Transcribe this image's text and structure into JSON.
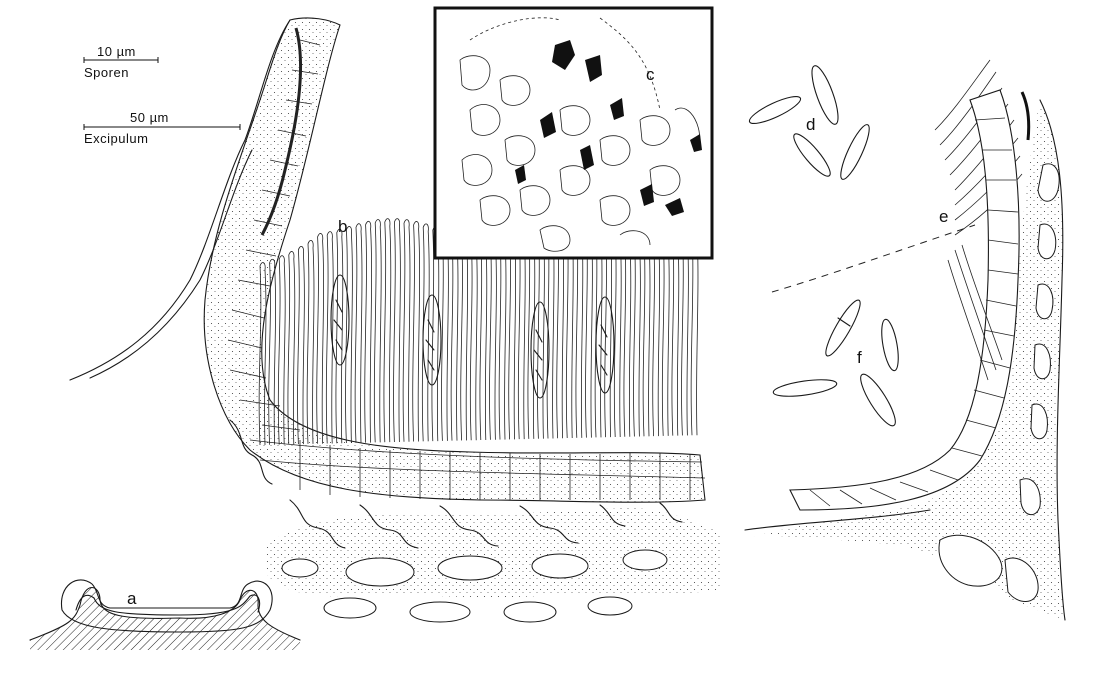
{
  "scale_bars": [
    {
      "value": "10 µm",
      "caption": "Sporen"
    },
    {
      "value": "50 µm",
      "caption": "Excipulum"
    }
  ],
  "panel_labels": [
    "a",
    "b",
    "c",
    "d",
    "e",
    "f"
  ]
}
